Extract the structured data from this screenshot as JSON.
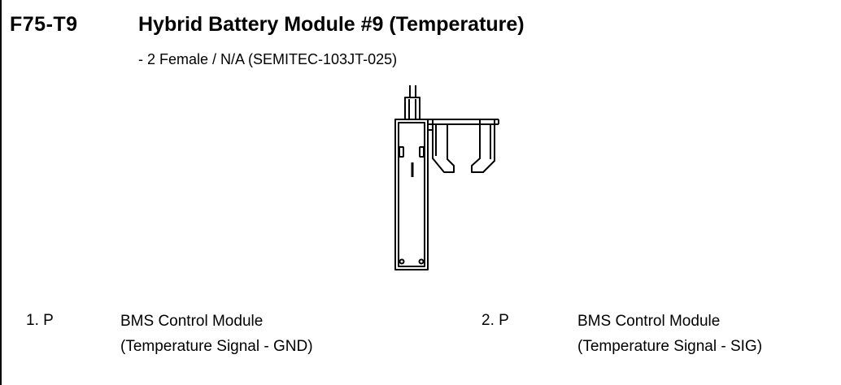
{
  "connector": {
    "code": "F75-T9",
    "title": "Hybrid Battery Module #9 (Temperature)",
    "subtitle": "- 2 Female / N/A (SEMITEC-103JT-025)"
  },
  "pins": [
    {
      "number": "1. P",
      "line1": "BMS Control Module",
      "line2": "(Temperature Signal - GND)"
    },
    {
      "number": "2. P",
      "line1": "BMS Control Module",
      "line2": "(Temperature Signal - SIG)"
    }
  ]
}
